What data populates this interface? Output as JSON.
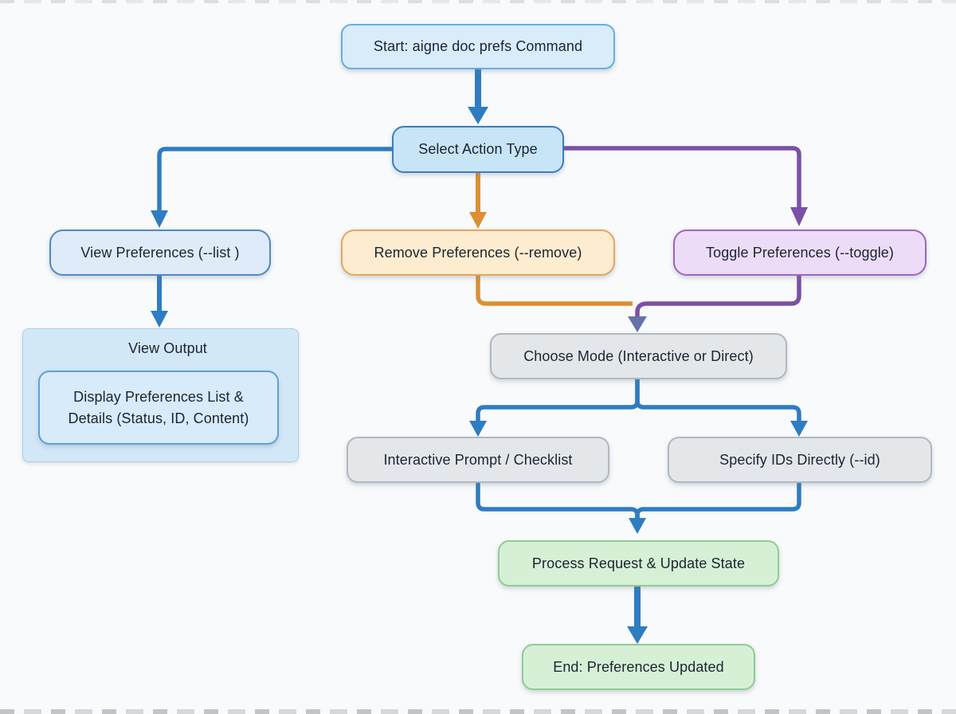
{
  "diagram": {
    "type": "flowchart",
    "background": "#f9fafb",
    "colors": {
      "blue_connector": "#2d7dc3",
      "orange_connector": "#dd8f33",
      "purple_connector": "#7b4fa6",
      "merged_arrowhead": "#6672ab",
      "text": "#1b2430",
      "blue_node_fill": "#d8ecfa",
      "orange_node_fill": "#fdeccf",
      "purple_node_fill": "#eddcf8",
      "gray_node_fill": "#e4e7ea",
      "green_node_fill": "#d6f0d6"
    },
    "nodes": {
      "start": {
        "label": "Start: aigne doc prefs Command"
      },
      "select_action": {
        "label": "Select Action Type"
      },
      "view_prefs": {
        "label": "View Preferences (--list )"
      },
      "remove_prefs": {
        "label": "Remove Preferences (--remove)"
      },
      "toggle_prefs": {
        "label": "Toggle Preferences (--toggle)"
      },
      "view_output_group": {
        "label": "View Output"
      },
      "display_prefs": {
        "label": "Display Preferences List & Details (Status, ID, Content)"
      },
      "choose_mode": {
        "label": "Choose Mode (Interactive or Direct)"
      },
      "interactive_prompt": {
        "label": "Interactive Prompt / Checklist"
      },
      "specify_ids": {
        "label": "Specify IDs Directly (--id)"
      },
      "process_request": {
        "label": "Process Request & Update State"
      },
      "end": {
        "label": "End: Preferences Updated"
      }
    },
    "edges": [
      {
        "from": "start",
        "to": "select_action",
        "color": "blue"
      },
      {
        "from": "select_action",
        "to": "view_prefs",
        "color": "blue"
      },
      {
        "from": "select_action",
        "to": "remove_prefs",
        "color": "orange"
      },
      {
        "from": "select_action",
        "to": "toggle_prefs",
        "color": "purple"
      },
      {
        "from": "view_prefs",
        "to": "view_output_group",
        "color": "blue"
      },
      {
        "from": "remove_prefs",
        "to": "choose_mode",
        "color": "orange"
      },
      {
        "from": "toggle_prefs",
        "to": "choose_mode",
        "color": "purple"
      },
      {
        "from": "choose_mode",
        "to": "interactive_prompt",
        "color": "blue"
      },
      {
        "from": "choose_mode",
        "to": "specify_ids",
        "color": "blue"
      },
      {
        "from": "interactive_prompt",
        "to": "process_request",
        "color": "blue"
      },
      {
        "from": "specify_ids",
        "to": "process_request",
        "color": "blue"
      },
      {
        "from": "process_request",
        "to": "end",
        "color": "blue"
      }
    ]
  }
}
